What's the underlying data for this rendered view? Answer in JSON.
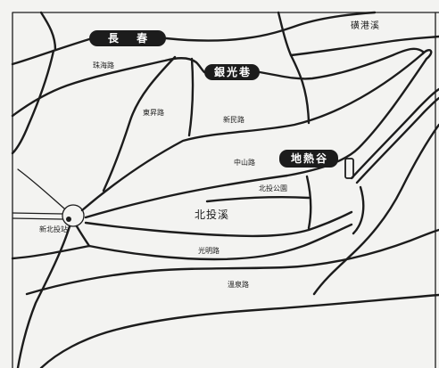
{
  "map": {
    "labels": {
      "changchun": "長 春",
      "huanggang_creek": "磺港溪",
      "zhuhai_road": "珠海路",
      "yinguang_lane": "銀光巷",
      "dongsheng_road": "東昇路",
      "xinmin_road": "新民路",
      "zhongshan_road": "中山路",
      "thermal_valley": "地熱谷",
      "beitou_park": "北投公園",
      "beitou_creek": "北投溪",
      "xinbeitou_station": "新北投站",
      "guangming_road": "光明路",
      "wenquan_road": "溫泉路"
    }
  },
  "colors": {
    "ink": "#1c1c1c",
    "paper": "#f3f3f1",
    "pill_text": "#ffffff"
  }
}
